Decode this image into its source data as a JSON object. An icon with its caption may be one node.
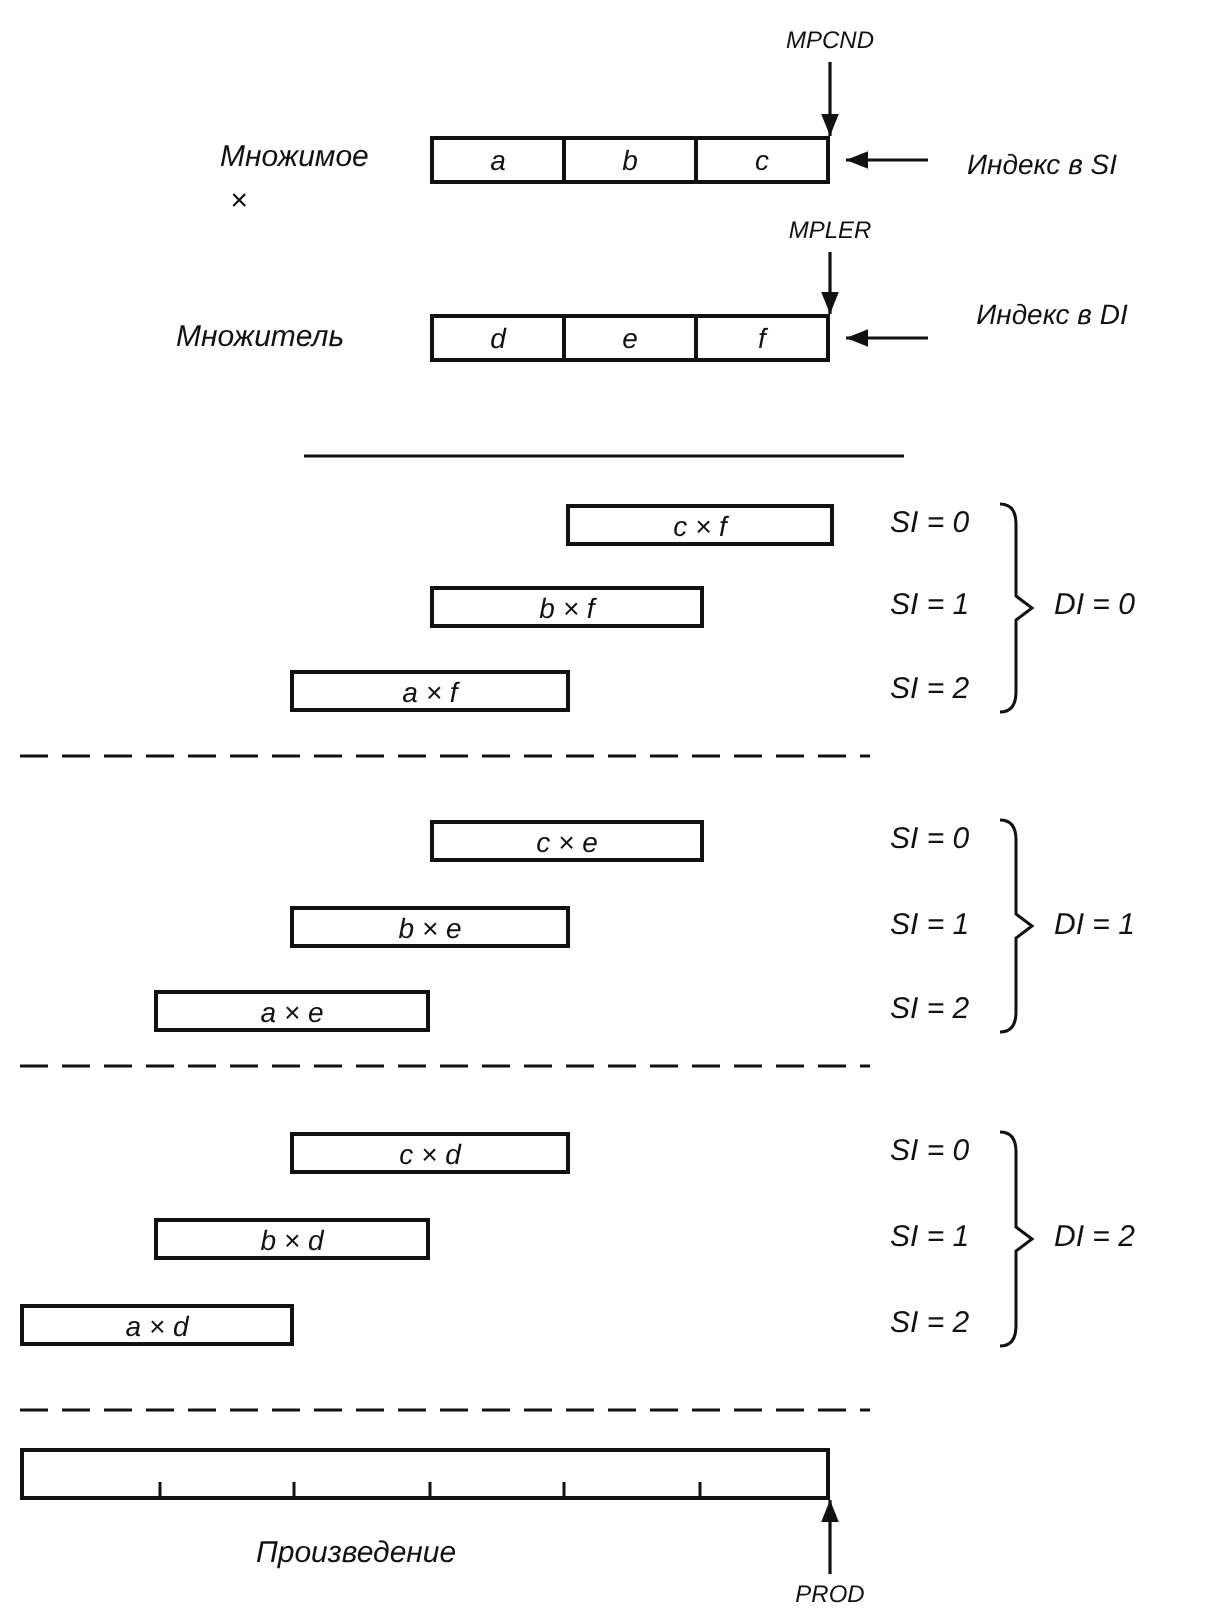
{
  "diagram": {
    "nodes": [
      {
        "text": [],
        "shape": "box",
        "beside": [
          "Множимое"
        ]
      },
      {
        "text": [
          "a"
        ],
        "in": 0
      },
      {
        "text": [
          "b"
        ],
        "in": 0
      },
      {
        "text": [
          "c"
        ],
        "in": 0
      },
      {
        "text": [
          "MPCND"
        ]
      },
      {
        "text": [
          "Индекс в SI"
        ]
      },
      {
        "text": [],
        "shape": "box",
        "beside": [
          "Множитель"
        ]
      },
      {
        "text": [
          "d"
        ],
        "in": 6
      },
      {
        "text": [
          "e"
        ],
        "in": 6
      },
      {
        "text": [
          "f"
        ],
        "in": 6
      },
      {
        "text": [
          "MPLER"
        ]
      },
      {
        "text": [
          "Индекс в DI"
        ]
      },
      {
        "text": [
          "c × f"
        ]
      },
      {
        "text": [
          "b × f"
        ]
      },
      {
        "text": [
          "a × f"
        ]
      },
      {
        "text": [
          "c × e"
        ]
      },
      {
        "text": [
          "b × e"
        ]
      },
      {
        "text": [
          "a × e"
        ]
      },
      {
        "text": [
          "c × d"
        ]
      },
      {
        "text": [
          "b × d"
        ]
      },
      {
        "text": [
          "a × d"
        ]
      },
      {
        "text": [],
        "shape": "box",
        "beside": [
          "Произведение"
        ]
      },
      {
        "text": [
          "PROD"
        ]
      }
    ],
    "edges": [
      {
        "from": 4,
        "to": 0,
        "arrow": "to"
      },
      {
        "from": 5,
        "to": 0,
        "arrow": "to"
      },
      {
        "from": 10,
        "to": 6,
        "arrow": "to"
      },
      {
        "from": 11,
        "to": 6,
        "arrow": "to"
      },
      {
        "from": 22,
        "to": 21,
        "arrow": "to"
      }
    ],
    "labels": [
      "×",
      "SI = 0",
      "SI = 1",
      "DI = 0",
      "SI = 2",
      "SI = 0",
      "SI = 1",
      "DI = 1",
      "SI = 2",
      "SI = 0",
      "SI = 1",
      "DI = 2",
      "SI = 2"
    ]
  }
}
